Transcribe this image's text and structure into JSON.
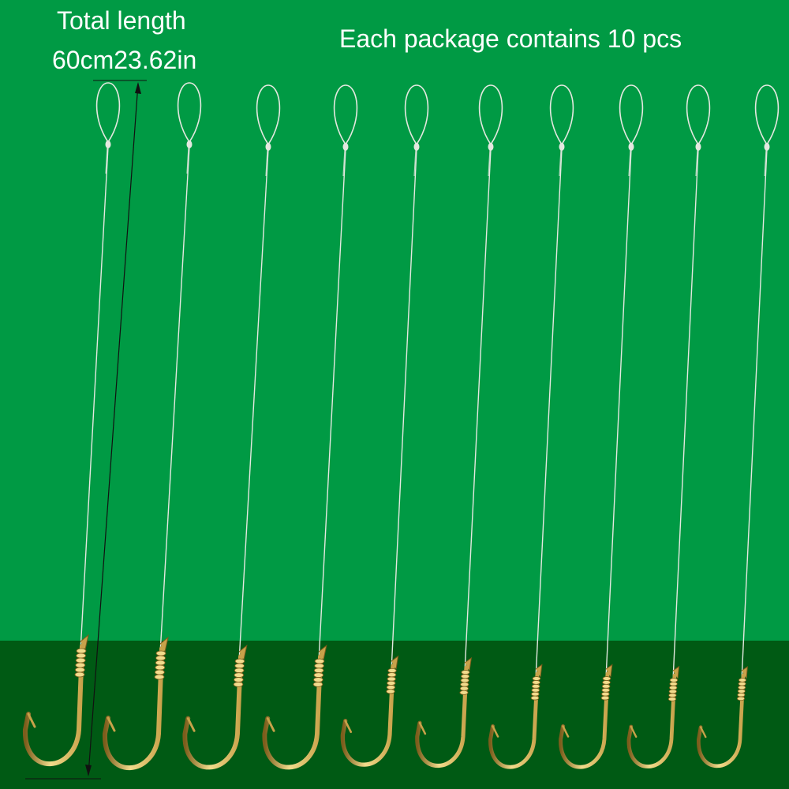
{
  "labels": {
    "total_length": "Total length",
    "length_value": "60cm23.62in",
    "package_note": "Each package contains 10 pcs"
  },
  "colors": {
    "background_top": "#009a44",
    "background_bottom": "#005a14",
    "line": "#e4e8e0",
    "hook_gold": "#c8a24a",
    "hook_highlight": "#f1dc8c",
    "hook_shadow": "#7d5d1c",
    "text": "#ffffff",
    "dimension_line": "#111111"
  },
  "product": {
    "count": 10,
    "item_name": "fishing-hook-leader"
  }
}
